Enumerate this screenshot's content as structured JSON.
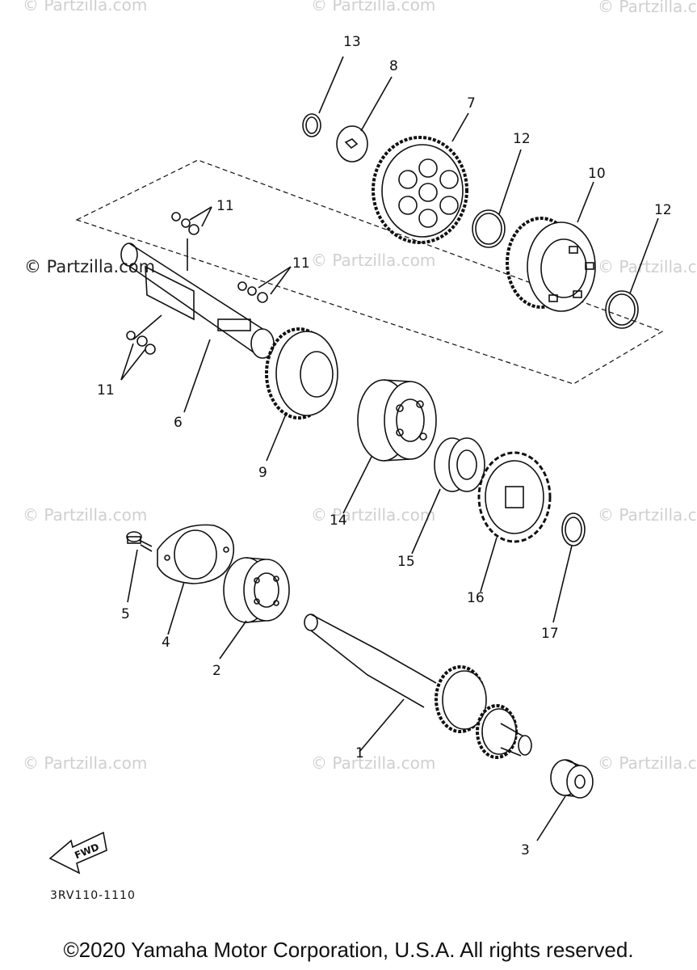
{
  "watermark": "© Partzilla.com",
  "callouts": [
    "13",
    "8",
    "7",
    "12",
    "10",
    "12",
    "11",
    "11",
    "11",
    "6",
    "9",
    "14",
    "15",
    "16",
    "17",
    "5",
    "4",
    "2",
    "1",
    "3"
  ],
  "fwd_label": "FWD",
  "diagram_code": "3RV110-1110",
  "copyright": "©2020 Yamaha Motor Corporation, U.S.A. All rights reserved."
}
